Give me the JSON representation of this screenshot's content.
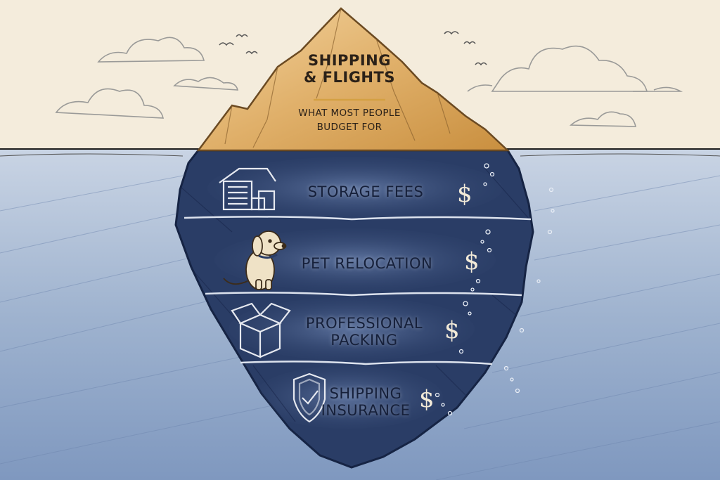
{
  "tip": {
    "title_line1": "Shipping",
    "title_line2": "& Flights",
    "subtitle_line1": "What most people",
    "subtitle_line2": "budget for"
  },
  "layers": [
    {
      "label_line1": "Storage fees",
      "label_line2": "",
      "icon": "storage-garage-icon",
      "cost_symbol": "$"
    },
    {
      "label_line1": "Pet relocation",
      "label_line2": "",
      "icon": "dog-icon",
      "cost_symbol": "$"
    },
    {
      "label_line1": "Professional",
      "label_line2": "packing",
      "icon": "open-box-icon",
      "cost_symbol": "$"
    },
    {
      "label_line1": "Shipping",
      "label_line2": "insurance",
      "icon": "shield-check-icon",
      "cost_symbol": "$"
    }
  ],
  "colors": {
    "background": "#f4ecdc",
    "iceberg_tip": "#e3b572",
    "iceberg_underwater": "#2a3d66",
    "water": "#8da3c4",
    "accent_line": "#d4a043"
  }
}
